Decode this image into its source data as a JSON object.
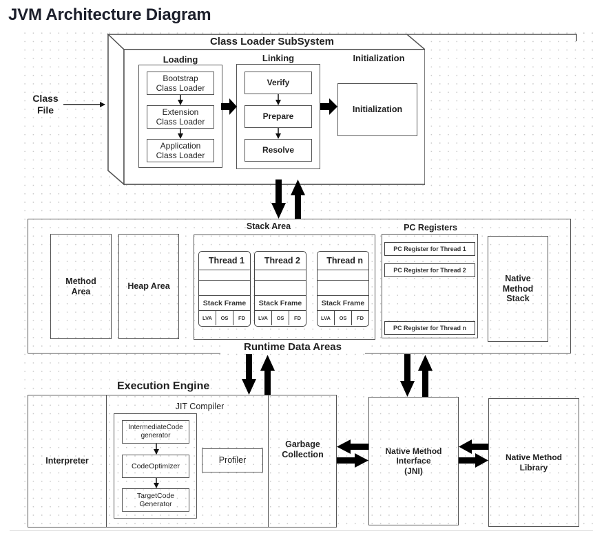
{
  "page_title": "JVM Architecture Diagram",
  "class_file": "Class\nFile",
  "class_loader": {
    "title": "Class Loader SubSystem",
    "loading": {
      "label": "Loading",
      "items": [
        "Bootstrap\nClass Loader",
        "Extension\nClass Loader",
        "Application\nClass Loader"
      ]
    },
    "linking": {
      "label": "Linking",
      "items": [
        "Verify",
        "Prepare",
        "Resolve"
      ]
    },
    "initialization": {
      "label": "Initialization",
      "box": "Initialization"
    }
  },
  "runtime": {
    "title": "Runtime Data Areas",
    "method_area": "Method\nArea",
    "heap_area": "Heap Area",
    "stack_area": {
      "label": "Stack Area",
      "threads": [
        {
          "name": "Thread 1",
          "frame": "Stack Frame",
          "cells": [
            "LVA",
            "OS",
            "FD"
          ]
        },
        {
          "name": "Thread 2",
          "frame": "Stack Frame",
          "cells": [
            "LVA",
            "OS",
            "FD"
          ]
        },
        {
          "name": "Thread n",
          "frame": "Stack Frame",
          "cells": [
            "LVA",
            "OS",
            "FD"
          ]
        }
      ]
    },
    "pc_registers": {
      "label": "PC Registers",
      "items": [
        "PC Register for Thread 1",
        "PC Register for Thread 2",
        "PC Register for Thread n"
      ]
    },
    "native_method_stack": "Native\nMethod\nStack"
  },
  "execution_engine": {
    "title": "Execution Engine",
    "interpreter": "Interpreter",
    "jit": {
      "label": "JIT Compiler",
      "items": [
        "IntermediateCode\ngenerator",
        "CodeOptimizer",
        "TargetCode\nGenerator"
      ],
      "profiler": "Profiler"
    },
    "garbage_collection": "Garbage\nCollection"
  },
  "native_interface": "Native Method\nInterface\n(JNI)",
  "native_library": "Native Method\nLibrary"
}
